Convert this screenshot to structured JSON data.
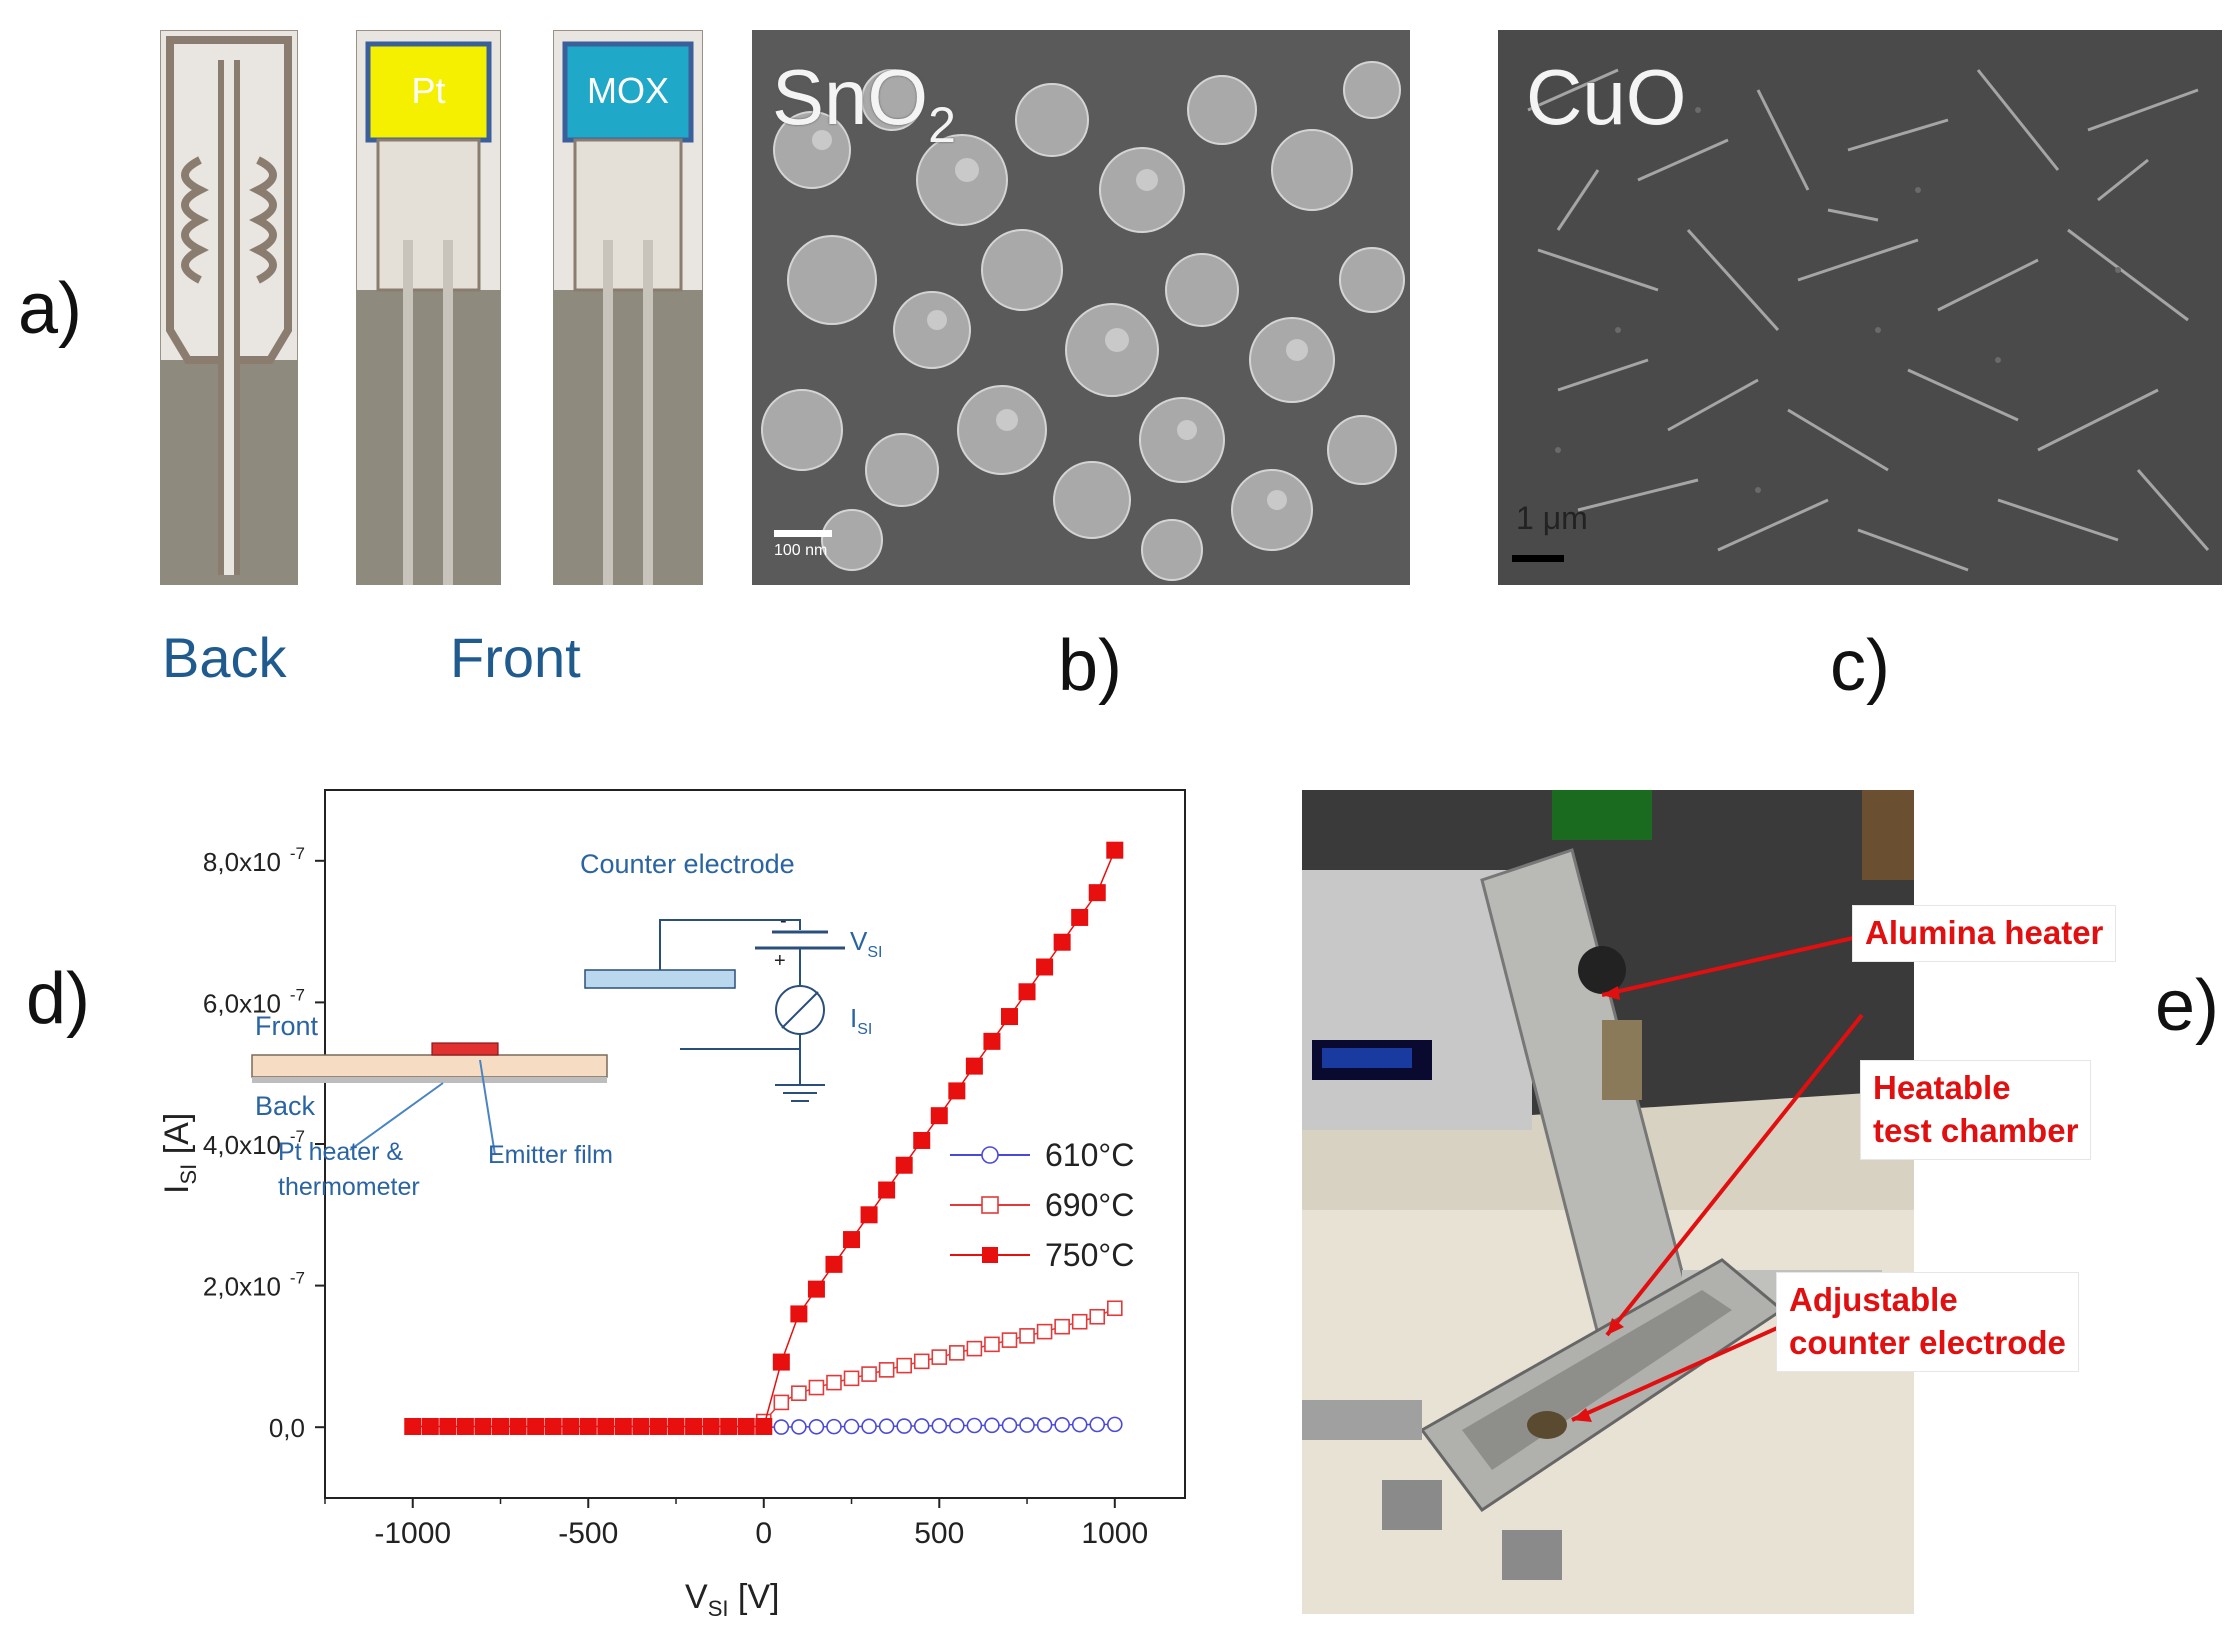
{
  "panel_labels": {
    "a": "a)",
    "b": "b)",
    "c": "c)",
    "d": "d)",
    "e": "e)"
  },
  "panel_a": {
    "back_caption": "Back",
    "front_caption": "Front",
    "pt_label": "Pt",
    "mox_label": "MOX",
    "colors": {
      "pt_pad": "#f4f000",
      "mox_pad": "#20a8c8",
      "substrate": "#ece8e4",
      "pad_border": "#7a6e64"
    }
  },
  "panel_b": {
    "material_main": "SnO",
    "material_sub": "2",
    "scalebar_text": "100 nm"
  },
  "panel_c": {
    "material": "CuO",
    "scalebar_text": "1 μm"
  },
  "panel_d": {
    "inset": {
      "counter_electrode": "Counter electrode",
      "vsi_main": "V",
      "vsi_sub": "SI",
      "isi_main": "I",
      "isi_sub": "SI",
      "front": "Front",
      "back": "Back",
      "pt_heater_line1": "Pt heater &",
      "pt_heater_line2": "thermometer",
      "emitter_film": "Emitter film",
      "minus": "-",
      "plus": "+"
    },
    "ylabel_main": "I",
    "ylabel_sub": "SI",
    "ylabel_unit": " [A]",
    "xlabel_main": "V",
    "xlabel_sub": "SI",
    "xlabel_unit": " [V]"
  },
  "chart_data": {
    "type": "scatter",
    "xlabel": "VSI [V]",
    "ylabel": "ISI [A]",
    "xlim": [
      -1250,
      1200
    ],
    "ylim": [
      -1e-07,
      9e-07
    ],
    "xticks": [
      -1000,
      -500,
      0,
      500,
      1000
    ],
    "yticks": [
      0,
      2e-07,
      4e-07,
      6e-07,
      8e-07
    ],
    "yticklabels": [
      "0,0",
      "2,0x10",
      "4,0x10",
      "6,0x10",
      "8,0x10"
    ],
    "ytick_exp": "-7",
    "xticklabels": [
      "-1000",
      "-500",
      "0",
      "500",
      "1000"
    ],
    "legend_position": "right",
    "series": [
      {
        "name": "610°C",
        "color": "#4a4ad8",
        "marker": "open-circle",
        "x": [
          0,
          50,
          100,
          150,
          200,
          250,
          300,
          350,
          400,
          450,
          500,
          550,
          600,
          650,
          700,
          750,
          800,
          850,
          900,
          950,
          1000
        ],
        "y": [
          0,
          2e-10,
          4e-10,
          6e-10,
          8e-10,
          1e-09,
          1.2e-09,
          1.4e-09,
          1.6e-09,
          1.8e-09,
          2e-09,
          2.2e-09,
          2.4e-09,
          2.6e-09,
          2.8e-09,
          3e-09,
          3.2e-09,
          3.4e-09,
          3.6e-09,
          3.8e-09,
          4e-09
        ]
      },
      {
        "name": "690°C",
        "color": "#e23a3a",
        "marker": "open-square",
        "x": [
          0,
          50,
          100,
          150,
          200,
          250,
          300,
          350,
          400,
          450,
          500,
          550,
          600,
          650,
          700,
          750,
          800,
          850,
          900,
          950,
          1000
        ],
        "y": [
          8e-09,
          3.5e-08,
          4.8e-08,
          5.6e-08,
          6.3e-08,
          6.9e-08,
          7.5e-08,
          8.1e-08,
          8.7e-08,
          9.3e-08,
          9.9e-08,
          1.05e-07,
          1.11e-07,
          1.17e-07,
          1.23e-07,
          1.29e-07,
          1.35e-07,
          1.42e-07,
          1.49e-07,
          1.56e-07,
          1.68e-07
        ]
      },
      {
        "name": "750°C",
        "color": "#e80f0f",
        "marker": "filled-square",
        "x": [
          -1000,
          -950,
          -900,
          -850,
          -800,
          -750,
          -700,
          -650,
          -600,
          -550,
          -500,
          -450,
          -400,
          -350,
          -300,
          -250,
          -200,
          -150,
          -100,
          -50,
          0,
          50,
          100,
          150,
          200,
          250,
          300,
          350,
          400,
          450,
          500,
          550,
          600,
          650,
          700,
          750,
          800,
          850,
          900,
          950,
          1000
        ],
        "y": [
          1e-09,
          1e-09,
          1e-09,
          1e-09,
          1e-09,
          1e-09,
          1e-09,
          1e-09,
          1e-09,
          1e-09,
          1e-09,
          1e-09,
          1e-09,
          1e-09,
          1e-09,
          1e-09,
          1e-09,
          1e-09,
          1e-09,
          1e-09,
          1e-09,
          9.2e-08,
          1.6e-07,
          1.95e-07,
          2.3e-07,
          2.65e-07,
          3e-07,
          3.35e-07,
          3.7e-07,
          4.05e-07,
          4.4e-07,
          4.75e-07,
          5.1e-07,
          5.45e-07,
          5.8e-07,
          6.15e-07,
          6.5e-07,
          6.85e-07,
          7.2e-07,
          7.55e-07,
          8.15e-07
        ]
      }
    ]
  },
  "panel_e": {
    "callouts": [
      "Alumina heater",
      "Heatable",
      "test chamber",
      "Adjustable",
      "counter electrode"
    ]
  }
}
